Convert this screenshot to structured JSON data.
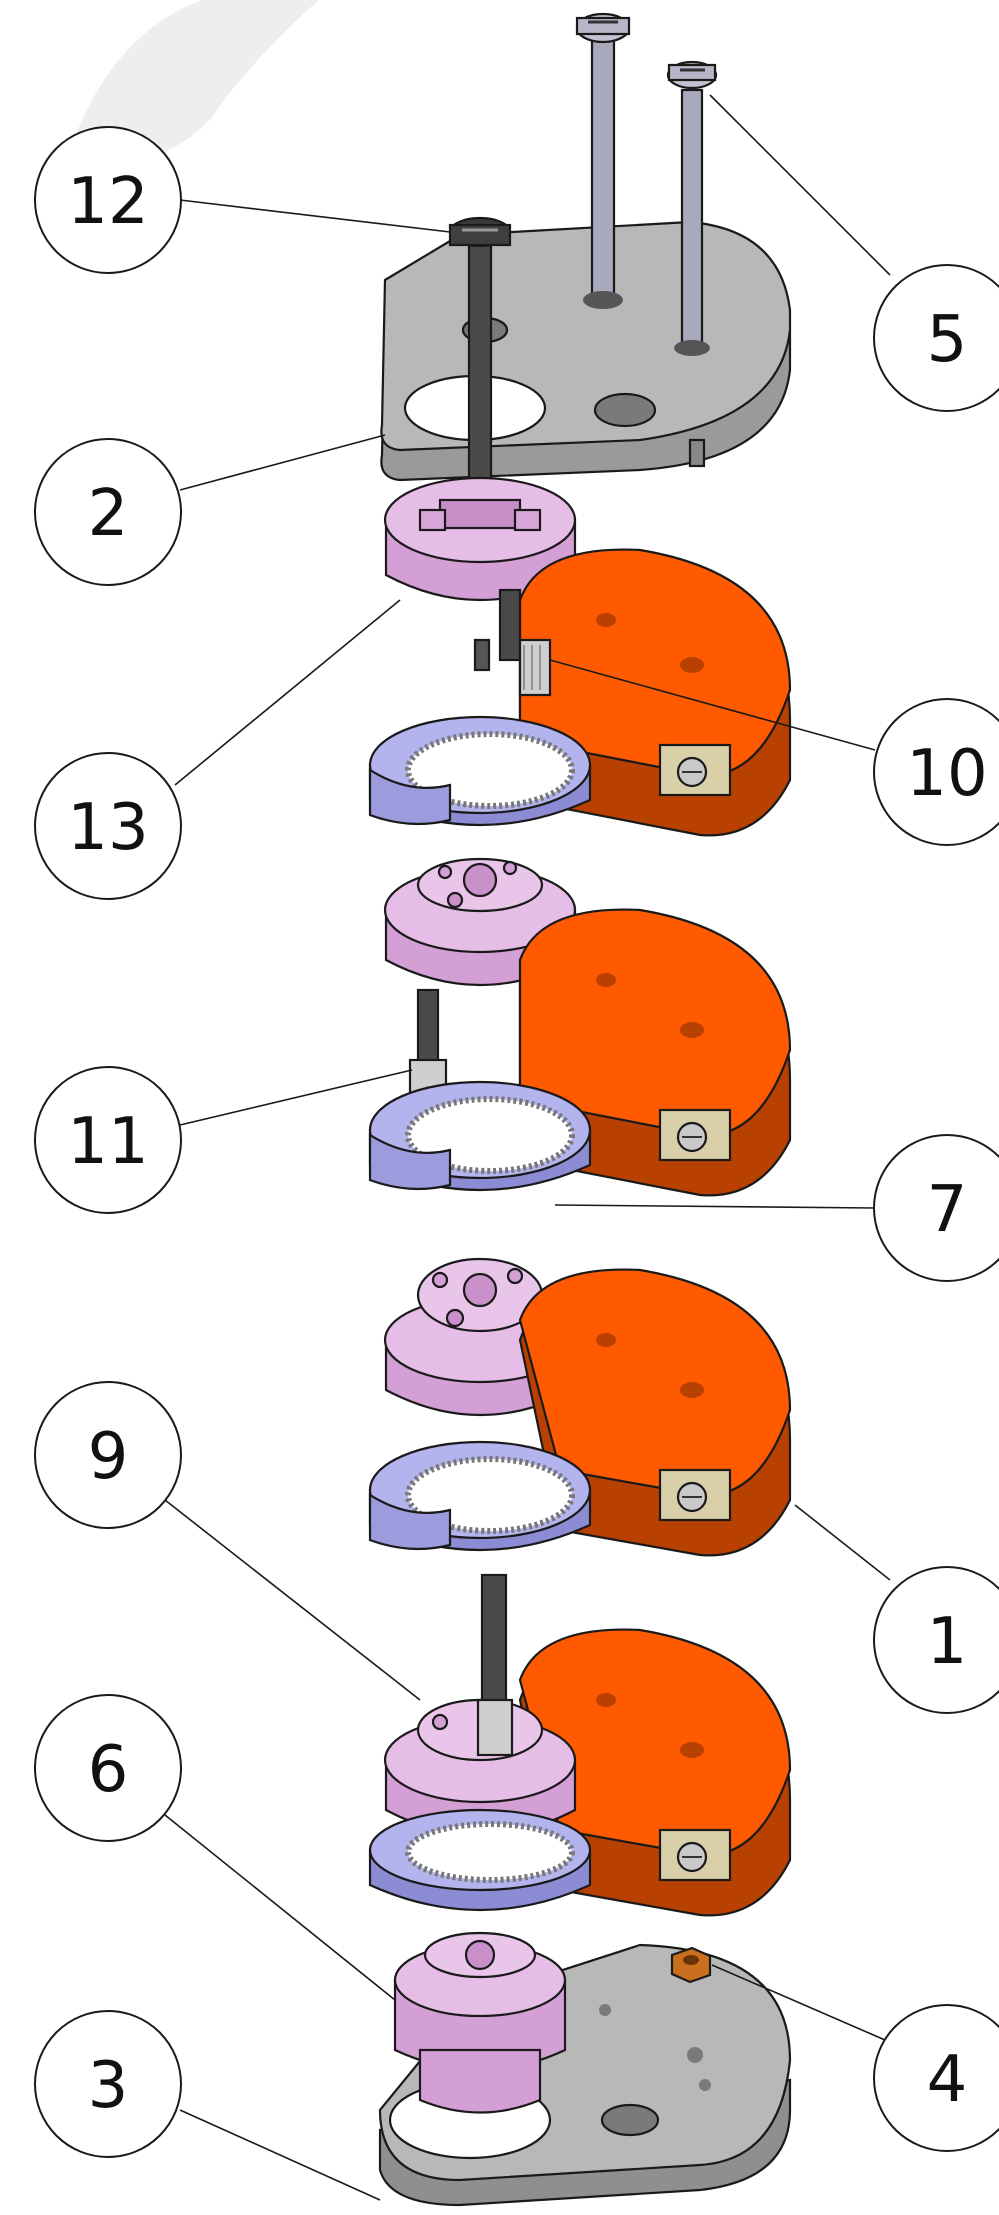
{
  "callouts": [
    {
      "id": "c12",
      "label": "12"
    },
    {
      "id": "c5",
      "label": "5"
    },
    {
      "id": "c2",
      "label": "2"
    },
    {
      "id": "c10",
      "label": "10"
    },
    {
      "id": "c13",
      "label": "13"
    },
    {
      "id": "c11",
      "label": "11"
    },
    {
      "id": "c7",
      "label": "7"
    },
    {
      "id": "c9",
      "label": "9"
    },
    {
      "id": "c1",
      "label": "1"
    },
    {
      "id": "c6",
      "label": "6"
    },
    {
      "id": "c4",
      "label": "4"
    },
    {
      "id": "c3",
      "label": "3"
    }
  ],
  "colors": {
    "plate_gray": "#b4b4b4",
    "plate_gray_dark": "#8f8f8f",
    "screw_dark": "#4a4a4a",
    "screw_light": "#a9a9b8",
    "pink": "#e2b3e2",
    "pink_dark": "#c98fc9",
    "ring_blue": "#a8a8e6",
    "ring_blue_dark": "#8080c8",
    "orange": "#ff5a00",
    "orange_dark": "#b33d00",
    "bronze": "#c96f1e",
    "bracket": "#d9cfa8"
  }
}
